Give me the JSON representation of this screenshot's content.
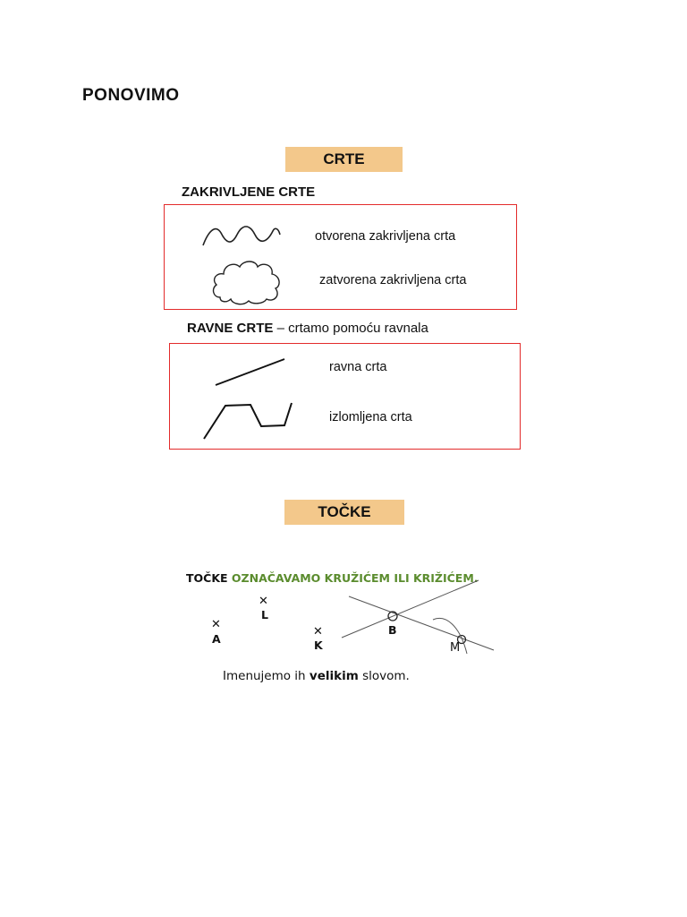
{
  "page": {
    "title": "PONOVIMO"
  },
  "crte": {
    "badge": "CRTE",
    "curved": {
      "heading": "ZAKRIVLJENE CRTE",
      "items": [
        {
          "label": "otvorena zakrivljena crta",
          "icon": "wavy-line-icon"
        },
        {
          "label": "zatvorena zakrivljena crta",
          "icon": "cloud-shape-icon"
        }
      ]
    },
    "straight": {
      "heading": "RAVNE CRTE",
      "heading_dash": "–",
      "heading_note": "crtamo pomoću ravnala",
      "items": [
        {
          "label": "ravna crta",
          "icon": "straight-line-icon"
        },
        {
          "label": "izlomljena crta",
          "icon": "broken-line-icon"
        }
      ]
    },
    "box_color": "#e32b2b",
    "badge_color": "#f3c88b"
  },
  "tocke": {
    "badge": "TOČKE",
    "caption_prefix": "TOČKE",
    "caption_highlight": "OZNAČAVAMO KRUŽIĆEM ILI KRIŽIĆEM.",
    "highlight_color": "#5b8c2e",
    "points": [
      "L",
      "A",
      "K",
      "B",
      "M"
    ],
    "footer_before": "Imenujemo ih",
    "footer_bold": "velikim",
    "footer_after": "slovom."
  }
}
